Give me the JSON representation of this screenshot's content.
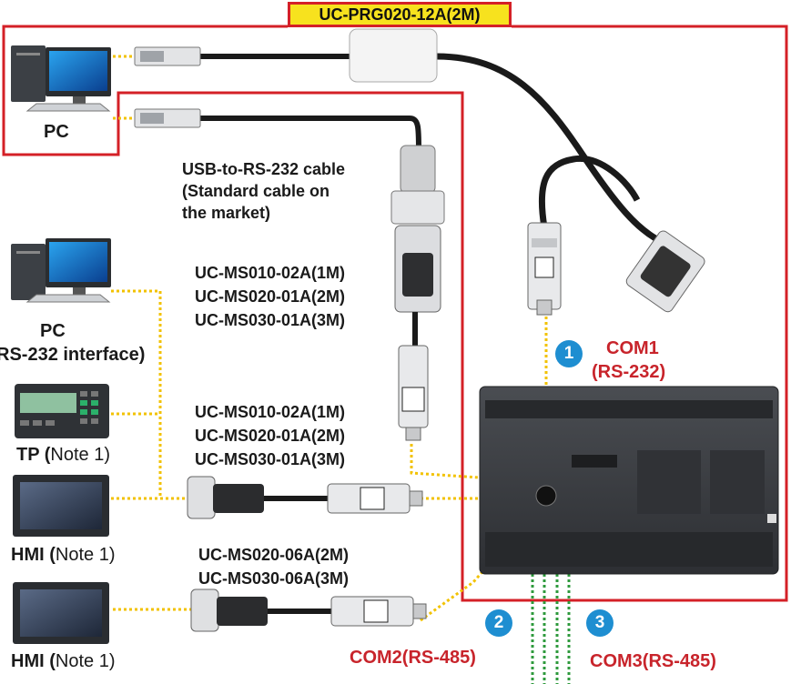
{
  "cable_top": "UC-PRG020-12A(2M)",
  "pc_top": "PC",
  "usb_rs232": [
    "USB-to-RS-232 cable",
    "(Standard cable on",
    "the market)"
  ],
  "ms_group_a": [
    "UC-MS010-02A(1M)",
    "UC-MS020-01A(2M)",
    "UC-MS030-01A(3M)"
  ],
  "pc_rs232": [
    "PC",
    "RS-232 interface)"
  ],
  "ms_group_b": [
    "UC-MS010-02A(1M)",
    "UC-MS020-01A(2M)",
    "UC-MS030-01A(3M)"
  ],
  "tp": {
    "name": "TP (",
    "note": "Note 1)"
  },
  "hmi1": {
    "name": "HMI (",
    "note": "Note 1)"
  },
  "ms_group_c": [
    "UC-MS020-06A(2M)",
    "UC-MS030-06A(3M)"
  ],
  "hmi2": {
    "name": "HMI (",
    "note": "Note 1)"
  },
  "com1": {
    "badge": "1",
    "line1": "COM1",
    "line2": "(RS-232)"
  },
  "com2": {
    "badge": "2",
    "label": "COM2(RS-485)"
  },
  "com3": {
    "badge": "3",
    "label": "COM3(RS-485)"
  },
  "colors": {
    "frame_red": "#d42027",
    "title_yellow": "#f7e21e",
    "dotted_yellow": "#f2c200",
    "dotted_green": "#2e9a3c",
    "badge_blue": "#1e8ed1",
    "plc_body": "#3b3e42"
  }
}
